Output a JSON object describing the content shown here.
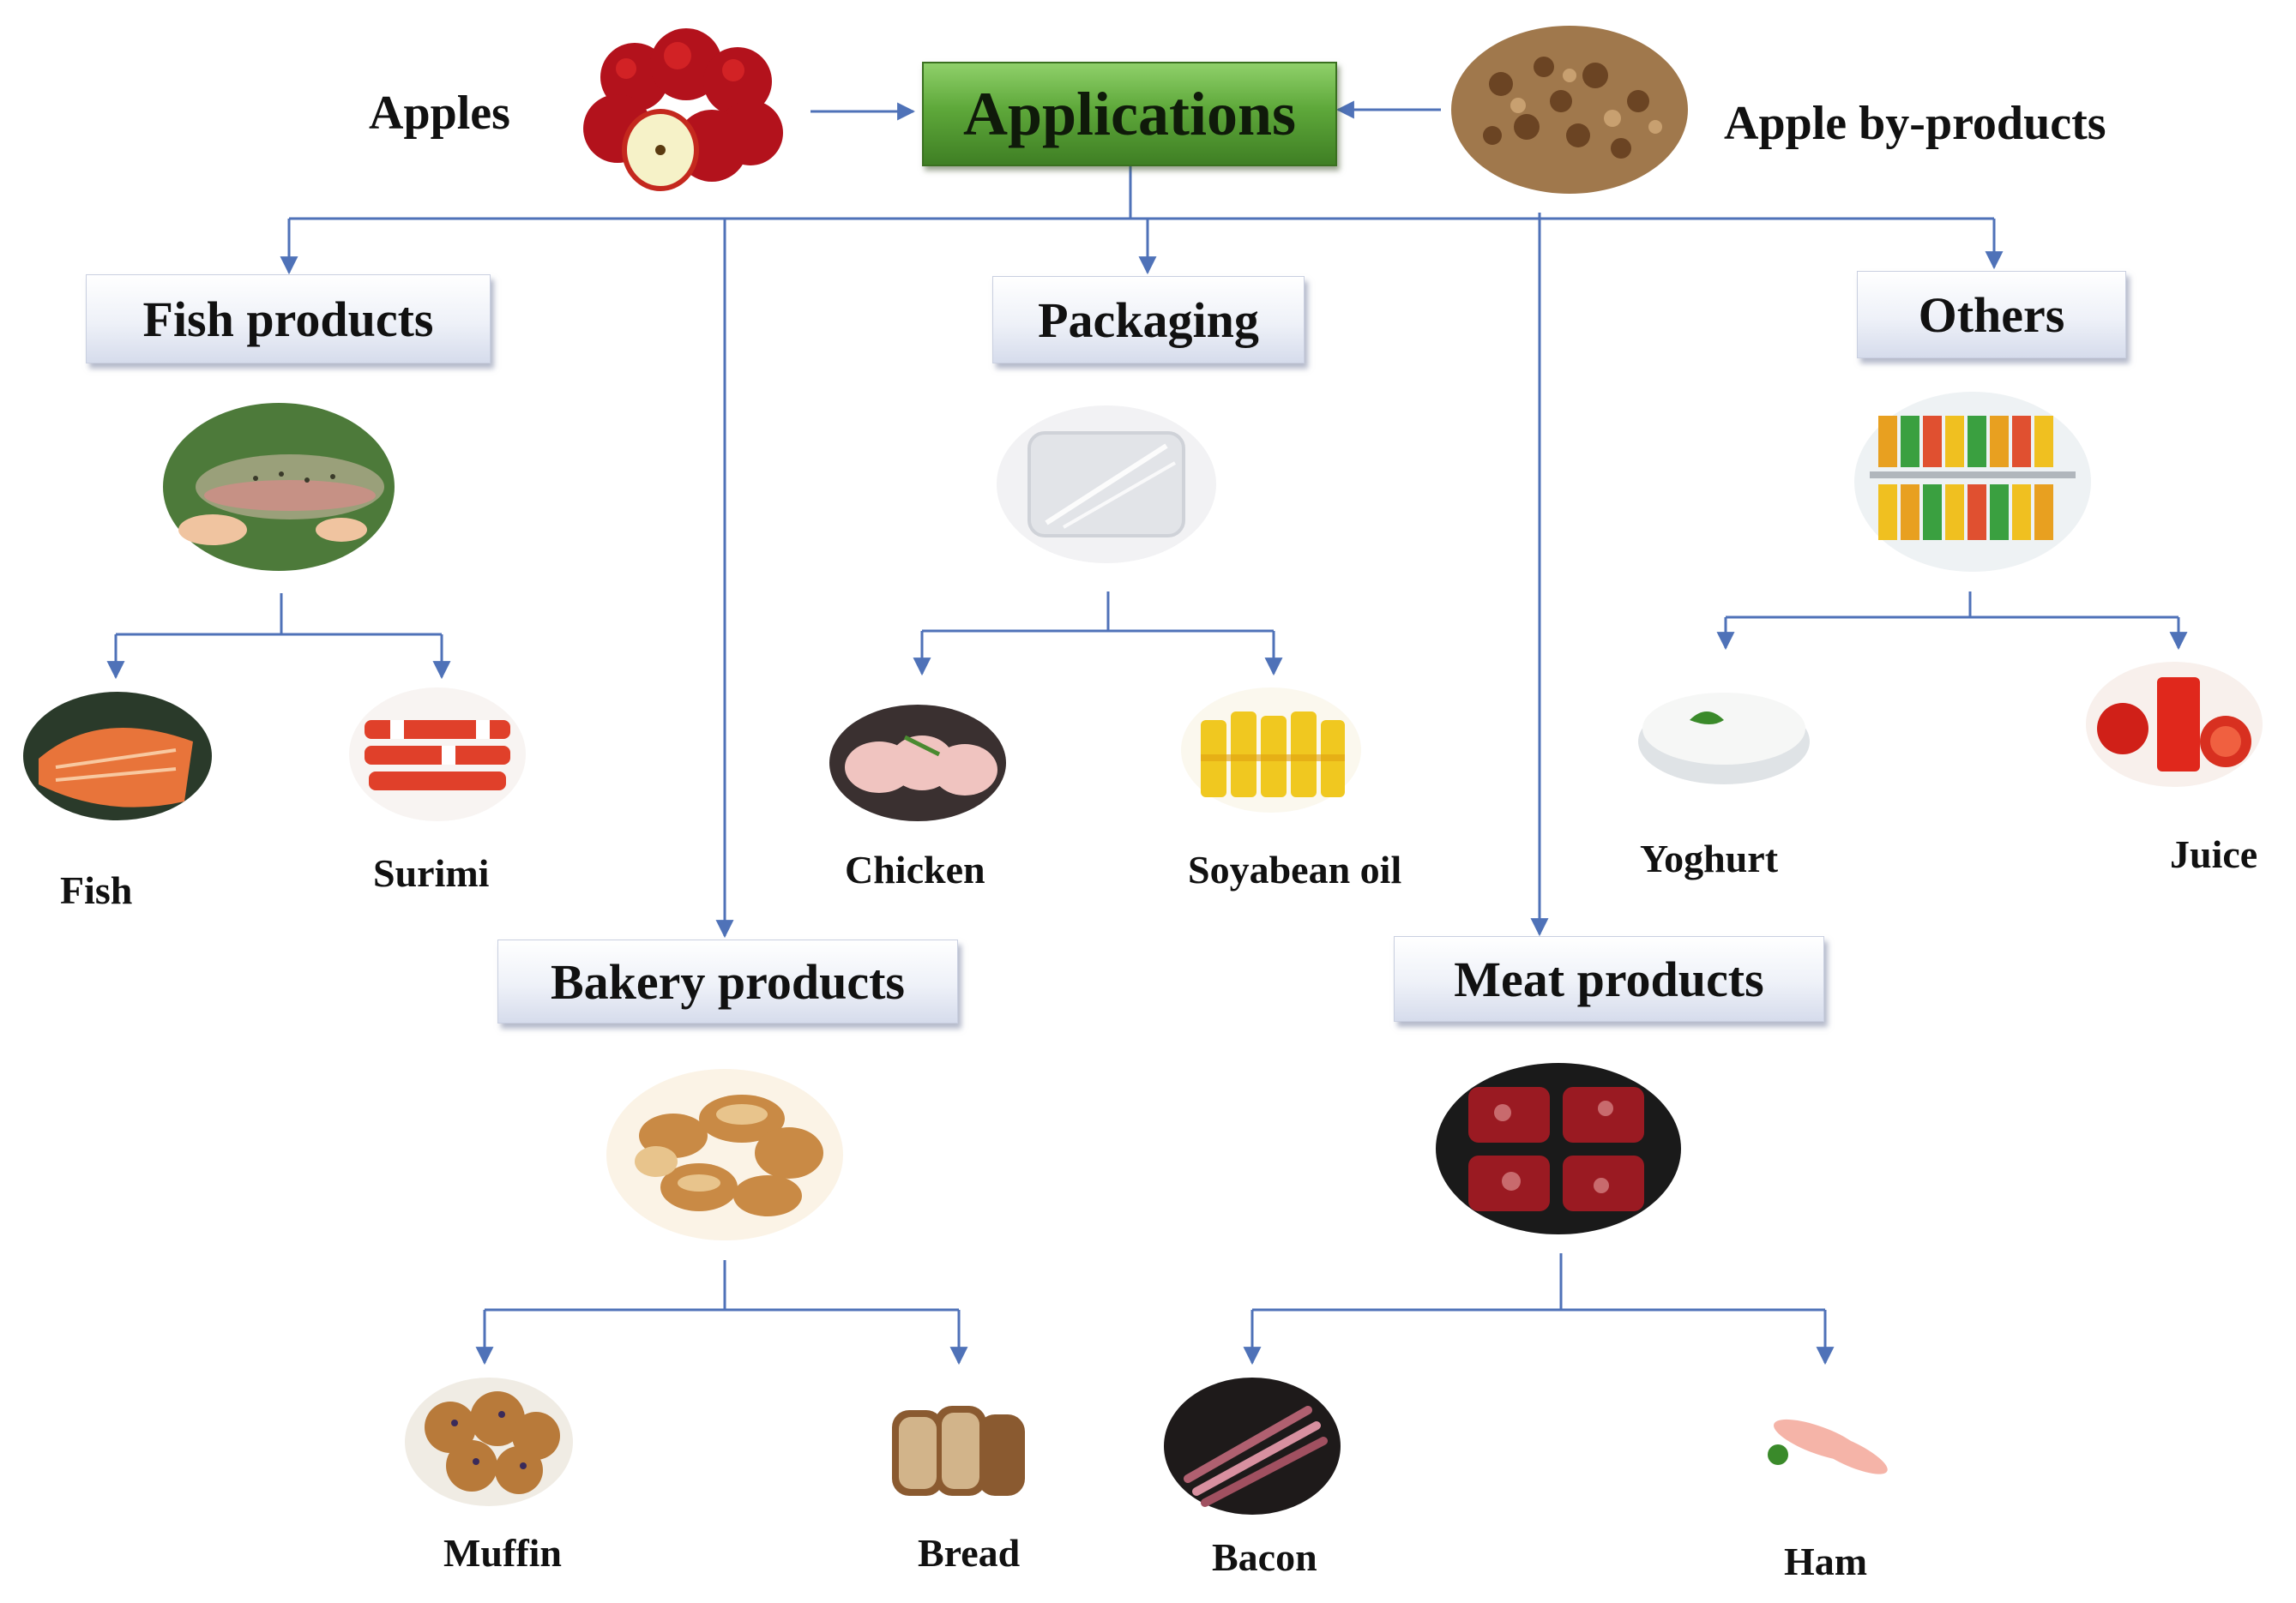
{
  "diagram": {
    "root": "Applications",
    "inputs": {
      "left": "Apples",
      "right": "Apple by-products"
    },
    "categories": {
      "fish": {
        "label": "Fish products",
        "items": [
          "Fish",
          "Surimi"
        ]
      },
      "packaging": {
        "label": "Packaging",
        "items": [
          "Chicken",
          "Soyabean oil"
        ]
      },
      "others": {
        "label": "Others",
        "items": [
          "Yoghurt",
          "Juice"
        ]
      },
      "bakery": {
        "label": "Bakery products",
        "items": [
          "Muffin",
          "Bread"
        ]
      },
      "meat": {
        "label": "Meat products",
        "items": [
          "Bacon",
          "Ham"
        ]
      }
    },
    "colors": {
      "connector": "#4f72b8",
      "root_fill": "#5ea83a",
      "box_fill": "#e9edf6"
    }
  }
}
